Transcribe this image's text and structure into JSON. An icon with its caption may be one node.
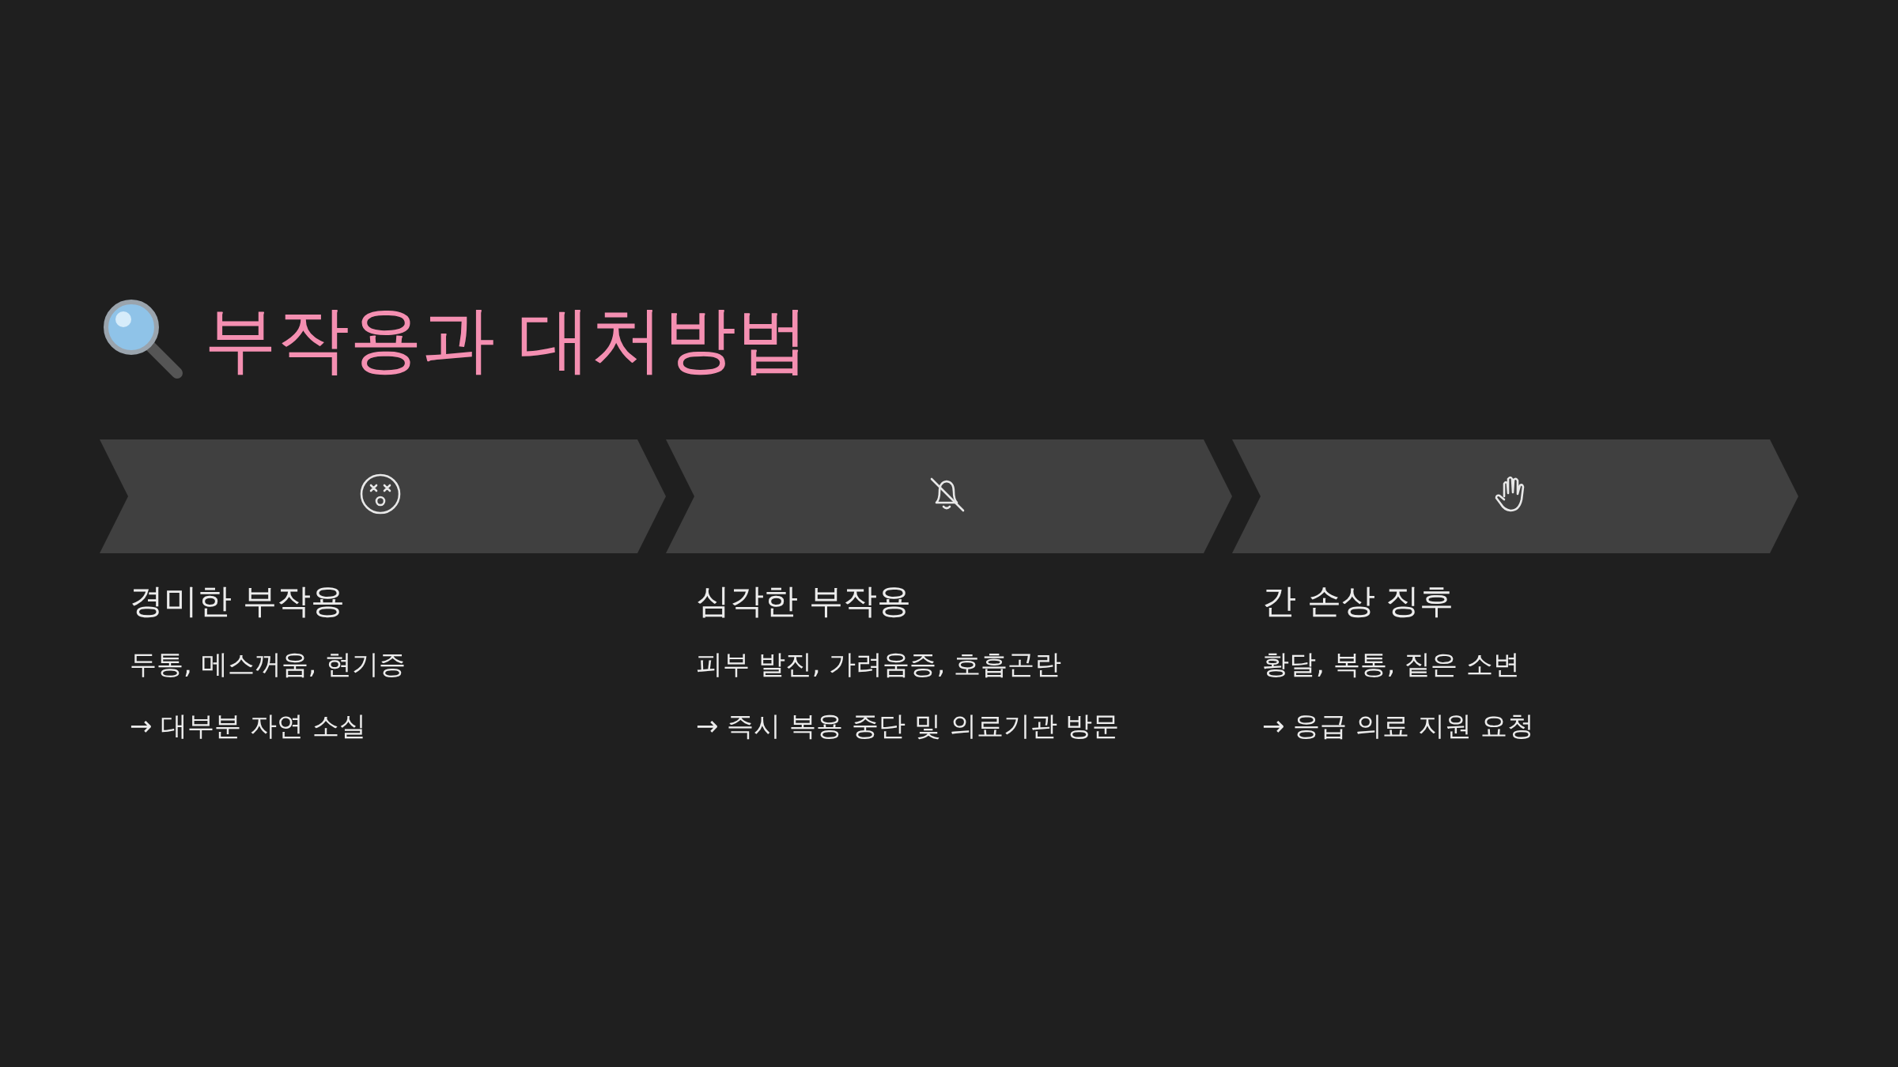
{
  "diagram": {
    "title": "부작용과 대처방법",
    "nodes": [
      {
        "text": [
          "경미한 부작용",
          "두통, 메스꺼움, 현기증",
          "→ 대부분 자연 소실"
        ]
      },
      {
        "text": [
          "심각한 부작용",
          "피부 발진, 가려움증, 호흡곤란",
          "→ 즉시 복용 중단 및 의료기관 방문"
        ]
      },
      {
        "text": [
          "간 손상 징후",
          "황달, 복통, 짙은 소변",
          "→ 응급 의료 지원 요청"
        ]
      }
    ]
  }
}
